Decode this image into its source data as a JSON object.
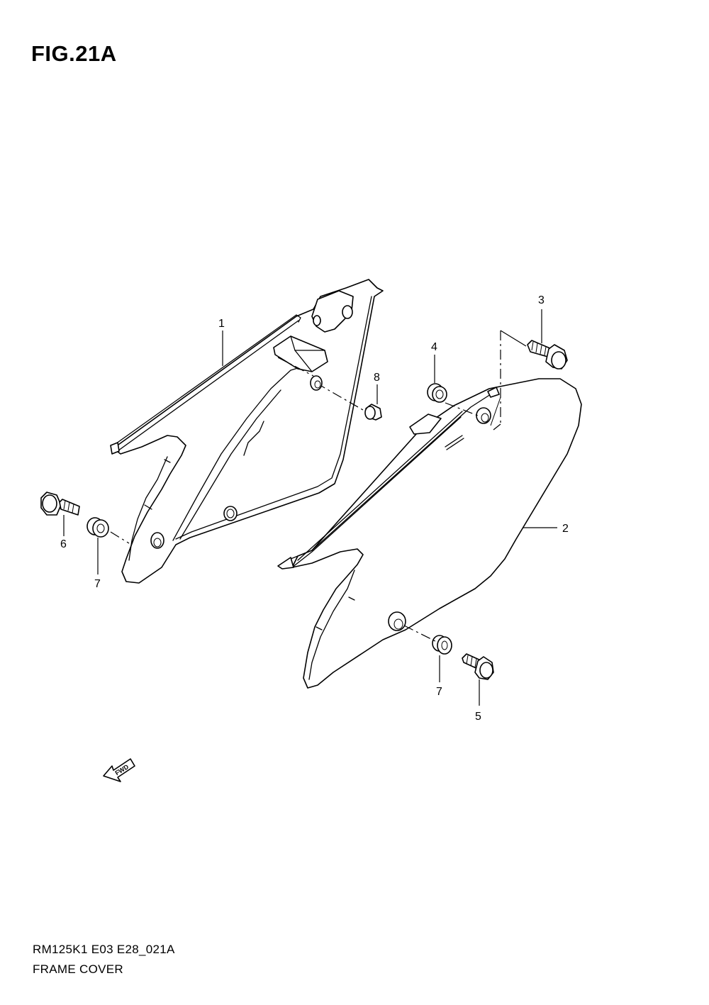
{
  "figure": {
    "title": "FIG.21A"
  },
  "footer": {
    "code": "RM125K1 E03 E28_021A",
    "name": "FRAME COVER"
  },
  "fwd_label": "FWD",
  "callouts": [
    {
      "id": "c1",
      "label": "1"
    },
    {
      "id": "c2",
      "label": "2"
    },
    {
      "id": "c3",
      "label": "3"
    },
    {
      "id": "c4",
      "label": "4"
    },
    {
      "id": "c5",
      "label": "5"
    },
    {
      "id": "c6",
      "label": "6"
    },
    {
      "id": "c7a",
      "label": "7"
    },
    {
      "id": "c7b",
      "label": "7"
    },
    {
      "id": "c8",
      "label": "8"
    }
  ]
}
